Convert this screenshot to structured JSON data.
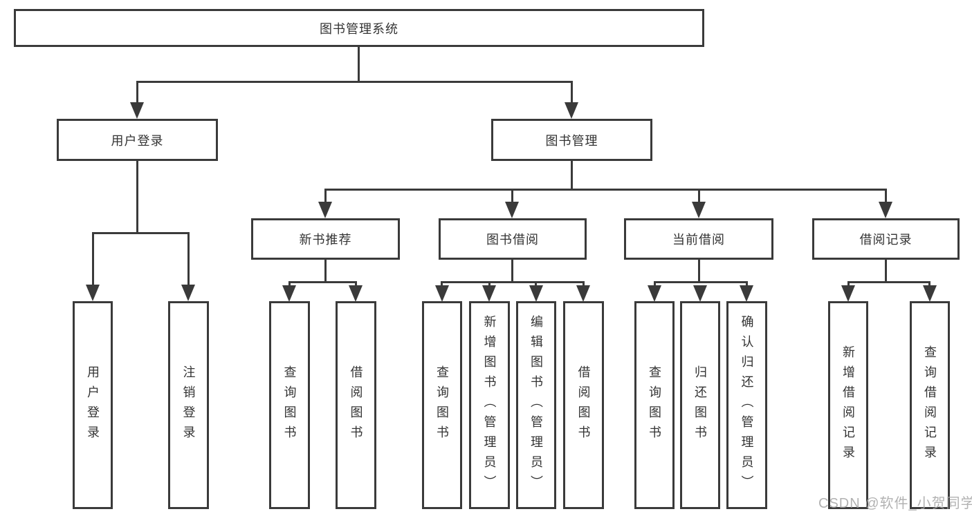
{
  "diagram": {
    "root": {
      "label": "图书管理系统"
    },
    "branches": {
      "user_login": {
        "label": "用户登录"
      },
      "book_management": {
        "label": "图书管理"
      }
    },
    "modules": {
      "recommend": {
        "label": "新书推荐"
      },
      "borrow": {
        "label": "图书借阅"
      },
      "current": {
        "label": "当前借阅"
      },
      "records": {
        "label": "借阅记录"
      }
    },
    "leaves": {
      "user": [
        "用户登录",
        "注销登录"
      ],
      "recommend": [
        "查询图书",
        "借阅图书"
      ],
      "borrow": [
        "查询图书",
        "新增图书（管理员）",
        "编辑图书（管理员）",
        "借阅图书"
      ],
      "current": [
        "查询图书",
        "归还图书",
        "确认归还（管理员）"
      ],
      "records": [
        "新增借阅记录",
        "查询借阅记录"
      ]
    }
  },
  "watermark": {
    "text": "CSDN @软件_小贺同学"
  },
  "colors": {
    "line": "#3a3a3a",
    "text": "#333333",
    "watermark_gray": "#a5a5a5",
    "background": "#ffffff"
  }
}
